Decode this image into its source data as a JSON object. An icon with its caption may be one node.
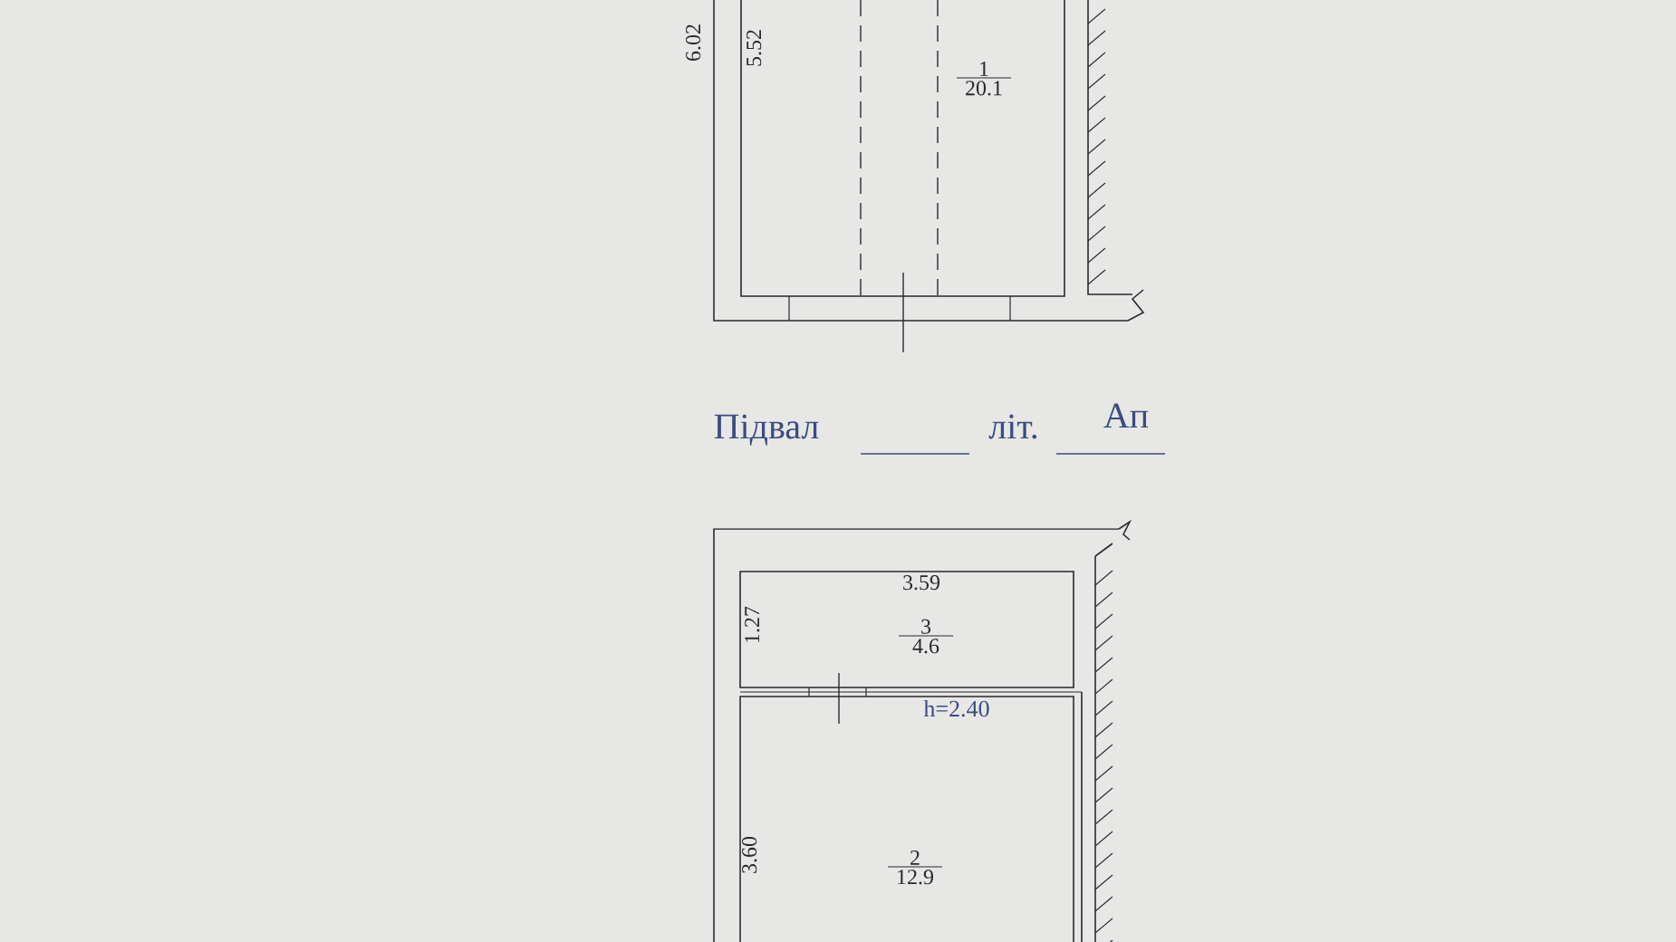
{
  "diagram": {
    "nodes": [
      {
        "text": [
          "1",
          "20.1"
        ]
      },
      {
        "text": [
          "3",
          "4.6"
        ]
      },
      {
        "text": [
          "2",
          "12.9"
        ]
      }
    ],
    "labels": [
      "6.02",
      "5.52",
      "Підвал",
      "літ.",
      "Ап",
      "3.59",
      "1.27",
      "h=2.40",
      "3.60"
    ]
  }
}
